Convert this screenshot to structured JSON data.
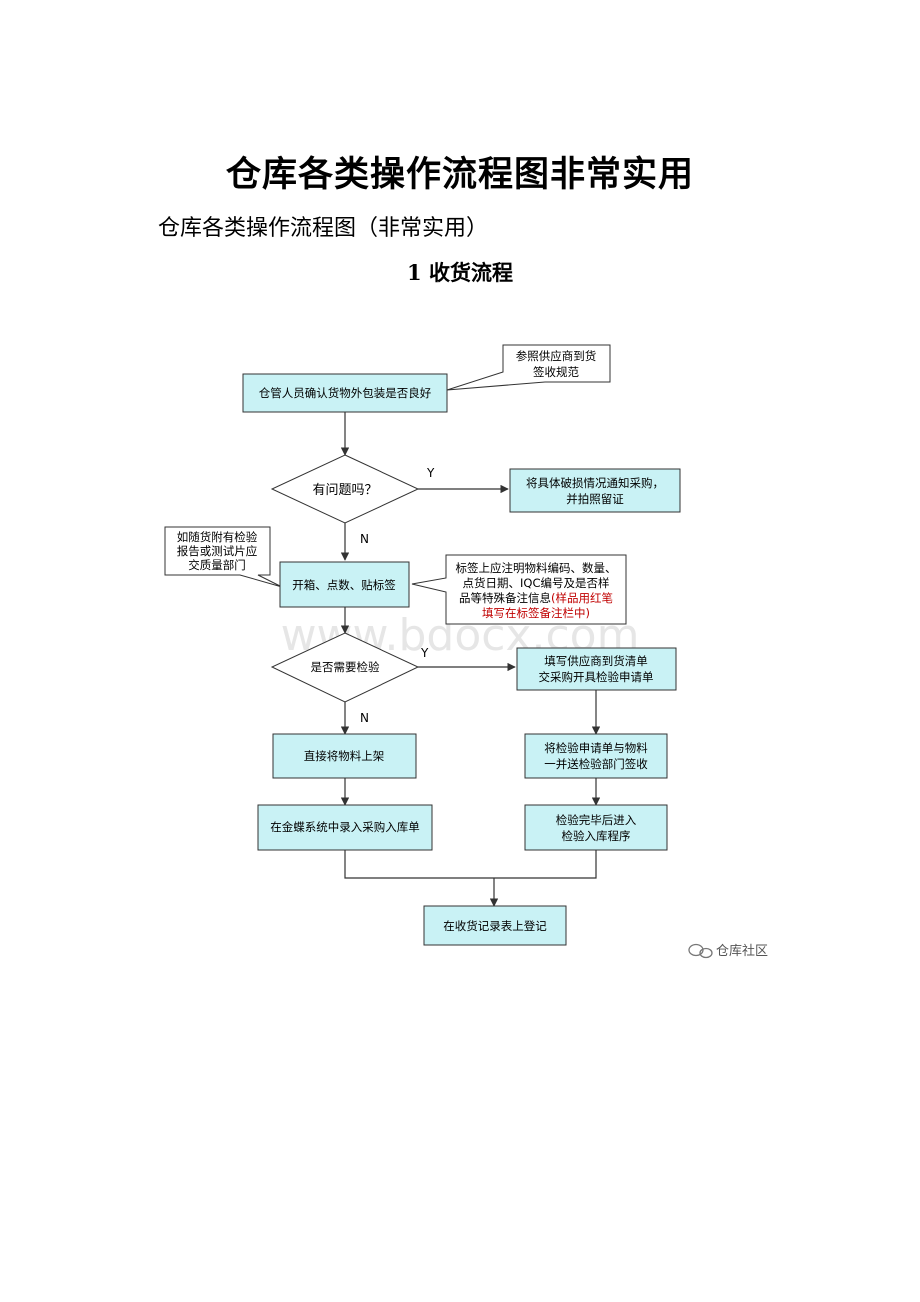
{
  "title": "仓库各类操作流程图非常实用",
  "subtitle": "仓库各类操作流程图（非常实用）",
  "section_heading": "1 收货流程",
  "flowchart": {
    "step_confirm_packaging": "仓管人员确认货物外包装是否良好",
    "note_supplier_rule_line1": "参照供应商到货",
    "note_supplier_rule_line2": "签收规范",
    "decision_problem": "有问题吗？",
    "label_yes_1": "Y",
    "label_no_1": "N",
    "step_notify_purchase_line1": "将具体破损情况通知采购，",
    "step_notify_purchase_line2": "并拍照留证",
    "note_qc_line1": "如随货附有检验",
    "note_qc_line2": "报告或测试片应",
    "note_qc_line3": "交质量部门",
    "step_open_count_label": "开箱、点数、贴标签",
    "note_label_line1": "标签上应注明物料编码、数量、",
    "note_label_line2": "点货日期、IQC编号及是否样",
    "note_label_line3": "品等特殊备注信息",
    "note_label_line3_red": "(样品用红笔",
    "note_label_line4_red": "填写在标签备注栏中)",
    "decision_inspection": "是否需要检验",
    "label_yes_2": "Y",
    "label_no_2": "N",
    "step_fill_list_line1": "填写供应商到货清单",
    "step_fill_list_line2": "交采购开具检验申请单",
    "step_direct_shelf": "直接将物料上架",
    "step_send_inspect_line1": "将检验申请单与物料",
    "step_send_inspect_line2": "一并送检验部门签收",
    "step_kingdee": "在金蝶系统中录入采购入库单",
    "step_after_inspect_line1": "检验完毕后进入",
    "step_after_inspect_line2": "检验入库程序",
    "step_register": "在收货记录表上登记"
  },
  "watermark": "www.bdocx.com",
  "brand": "仓库社区",
  "colors": {
    "box_fill": "#c9f2f5",
    "line": "#333333",
    "note_red": "#c00000"
  }
}
